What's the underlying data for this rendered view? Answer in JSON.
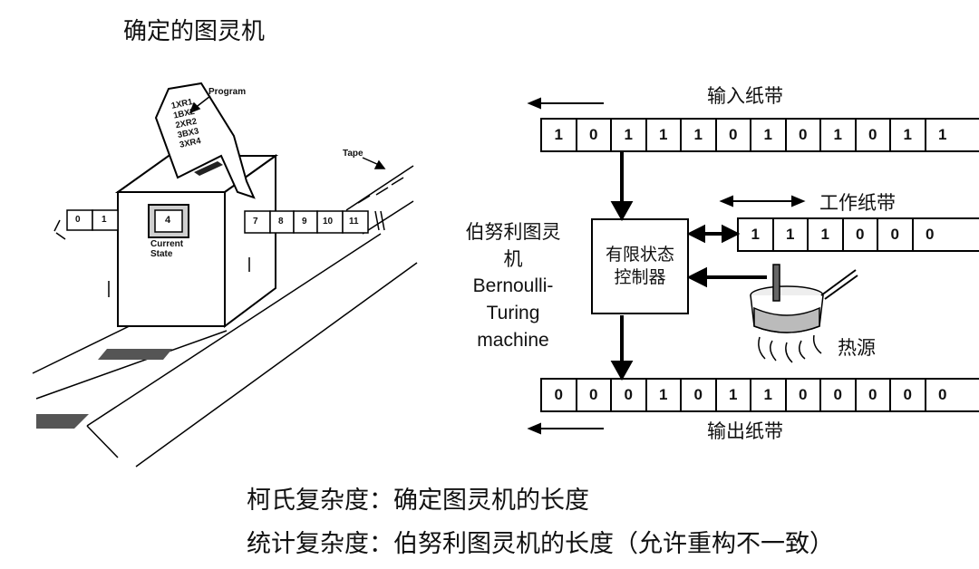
{
  "title": "确定的图灵机",
  "left_figure": {
    "program_label": "Program",
    "program_lines": [
      "1XR1",
      "1BX2",
      "2XR2",
      "3BX3",
      "3XR4"
    ],
    "tape_label": "Tape",
    "left_cells": [
      "0",
      "1"
    ],
    "state_value": "4",
    "state_label_line1": "Current",
    "state_label_line2": "State",
    "right_cells": [
      "7",
      "8",
      "9",
      "10",
      "11"
    ]
  },
  "right_figure": {
    "input_tape_label": "输入纸带",
    "input_tape": [
      "1",
      "0",
      "1",
      "1",
      "1",
      "0",
      "1",
      "0",
      "1",
      "0",
      "1",
      "1"
    ],
    "work_tape_label": "工作纸带",
    "work_tape": [
      "1",
      "1",
      "1",
      "0",
      "0",
      "0"
    ],
    "output_tape_label": "输出纸带",
    "output_tape": [
      "0",
      "0",
      "0",
      "1",
      "0",
      "1",
      "1",
      "0",
      "0",
      "0",
      "0",
      "0"
    ],
    "controller_label": "有限状态控制器",
    "heat_source_label": "热源",
    "machine_name_cn_line1": "伯努利图灵",
    "machine_name_cn_line2": "机",
    "machine_name_en_line1": "Bernoulli-",
    "machine_name_en_line2": "Turing",
    "machine_name_en_line3": "machine"
  },
  "bottom_text": {
    "line1": "柯氏复杂度：确定图灵机的长度",
    "line2": "统计复杂度：伯努利图灵机的长度（允许重构不一致）"
  }
}
